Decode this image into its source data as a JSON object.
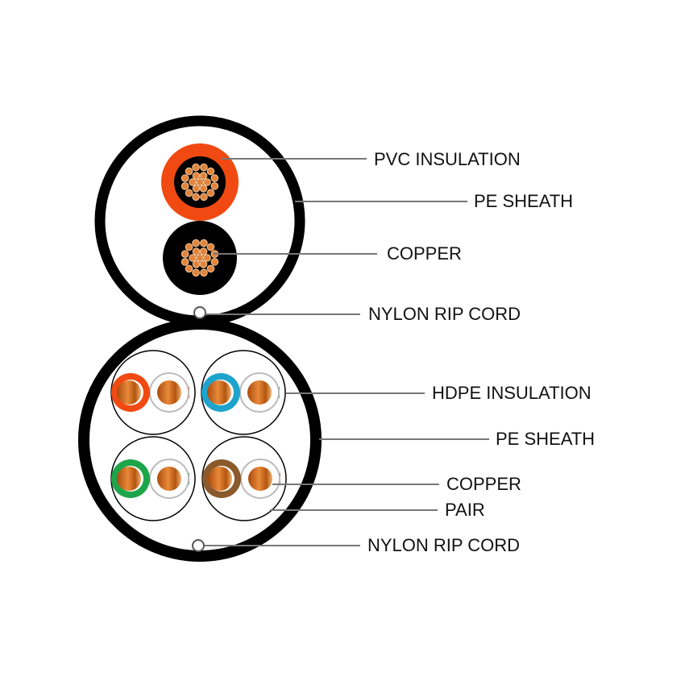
{
  "labels": {
    "pvc_insulation": "PVC INSULATION",
    "pe_sheath_top": "PE SHEATH",
    "copper_top": "COPPER",
    "nylon_rip_cord_top": "NYLON RIP CORD",
    "hdpe_insulation": "HDPE INSULATION",
    "pe_sheath_bottom": "PE SHEATH",
    "copper_bottom": "COPPER",
    "pair": "PAIR",
    "nylon_rip_cord_bottom": "NYLON RIP CORD"
  },
  "colors": {
    "sheath": "#000000",
    "pvc": "#f04a12",
    "copper": "#c8641a",
    "pair_colors": [
      "#f04a12",
      "#1ea4cc",
      "#1ea54a",
      "#8a5a2c"
    ]
  }
}
